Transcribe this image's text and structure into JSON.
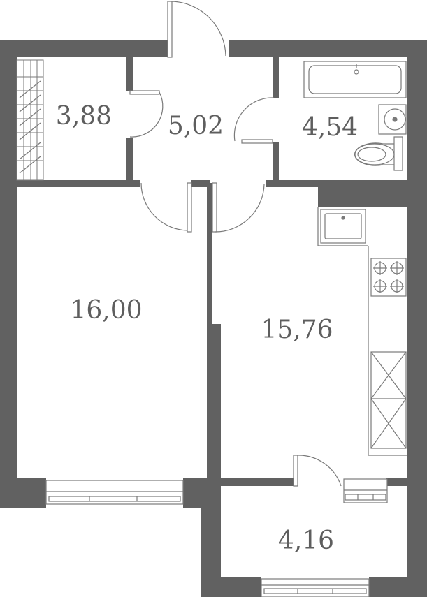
{
  "colors": {
    "wall": "#616161",
    "line": "#7a7a7a",
    "label": "#5e5e5e",
    "background": "#ffffff"
  },
  "rooms": {
    "storage": {
      "area": "3,88"
    },
    "hall": {
      "area": "5,02"
    },
    "bathroom": {
      "area": "4,54"
    },
    "bedroom": {
      "area": "16,00"
    },
    "kitchen_living": {
      "area": "15,76"
    },
    "balcony": {
      "area": "4,16"
    }
  },
  "fixtures": [
    "bathtub-icon",
    "sink-icon",
    "toilet-icon",
    "kitchen-sink-icon",
    "stove-icon",
    "kitchen-cabinet-icon",
    "window-icon",
    "door-icon"
  ]
}
